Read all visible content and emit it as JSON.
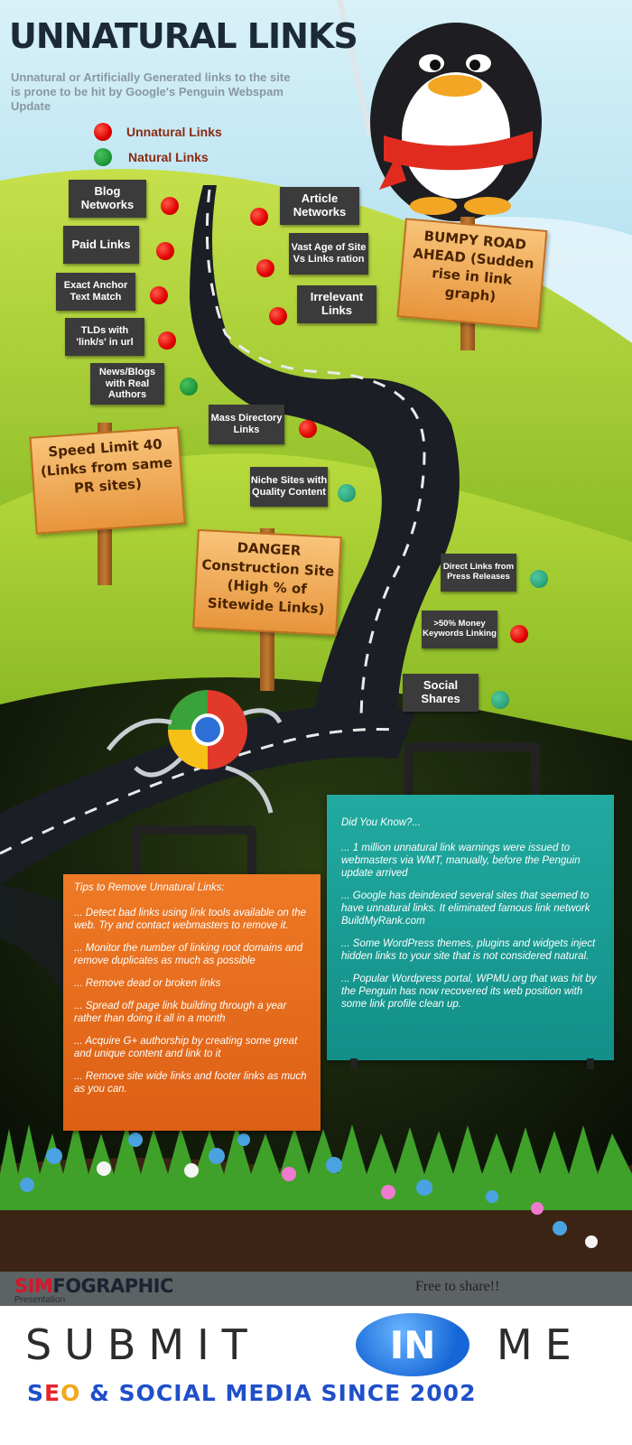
{
  "header": {
    "title": "UNNATURAL LINKS",
    "subtitle": "Unnatural or Artificially Generated links to the site is prone to be hit by Google's Penguin Webspam Update"
  },
  "legend": {
    "unnatural": "Unnatural Links",
    "natural": "Natural Links"
  },
  "labels": {
    "blog_networks": "Blog Networks",
    "paid_links": "Paid Links",
    "exact_anchor": "Exact Anchor Text Match",
    "tlds": "TLDs with 'link/s' in url",
    "news_blogs": "News/Blogs with Real Authors",
    "article_networks": "Article Networks",
    "vast_age": "Vast Age of Site Vs Links ration",
    "irrelevant": "Irrelevant Links",
    "mass_directory": "Mass Directory Links",
    "niche_sites": "Niche Sites with Quality Content",
    "direct_links": "Direct Links from Press Releases",
    "money_keywords": ">50% Money Keywords Linking",
    "social_shares": "Social Shares"
  },
  "signs": {
    "bumpy_road": "BUMPY ROAD AHEAD (Sudden rise in link graph)",
    "speed_limit": "Speed Limit 40 (Links from same PR sites)",
    "danger": "DANGER Construction Site (High % of Sitewide Links)"
  },
  "tips": {
    "heading": "Tips to Remove Unnatural Links:",
    "items": [
      "... Detect bad links using link tools available on the web. Try and contact webmasters to remove it.",
      "... Monitor the number of linking root domains and remove duplicates as much as possible",
      "... Remove dead or broken links",
      "... Spread off page link building through a year rather than doing it all in a month",
      "... Acquire G+ authorship by creating some great and unique content and link to it",
      "... Remove site wide links and footer links as much as you can."
    ]
  },
  "did_you_know": {
    "heading": "Did You Know?...",
    "items": [
      "... 1 million unnatural link warnings were issued to webmasters via WMT, manually, before the Penguin update arrived",
      "... Google has deindexed several sites that seemed to have unnatural links. It eliminated famous link network BuildMyRank.com",
      "... Some WordPress themes, plugins and widgets inject hidden links to your site that is not considered natural.",
      "... Popular Wordpress portal, WPMU.org that was hit by the Penguin has now recovered its web position with some link profile clean up."
    ]
  },
  "footer": {
    "brand_sim": "SIM",
    "brand_fographic": "FOGRAPHIC",
    "presentation": "Presentation",
    "free_share": "Free to share!!",
    "submit": "SUBMIT",
    "in": "IN",
    "me": "ME",
    "seo": "SEO",
    "tagline_rest": "& SOCIAL MEDIA SINCE 2002"
  },
  "colors": {
    "unnatural": "#e00000",
    "natural": "#1f9a3a",
    "tips_panel": "#e8691c",
    "did_you_know_panel": "#1aa39a"
  }
}
